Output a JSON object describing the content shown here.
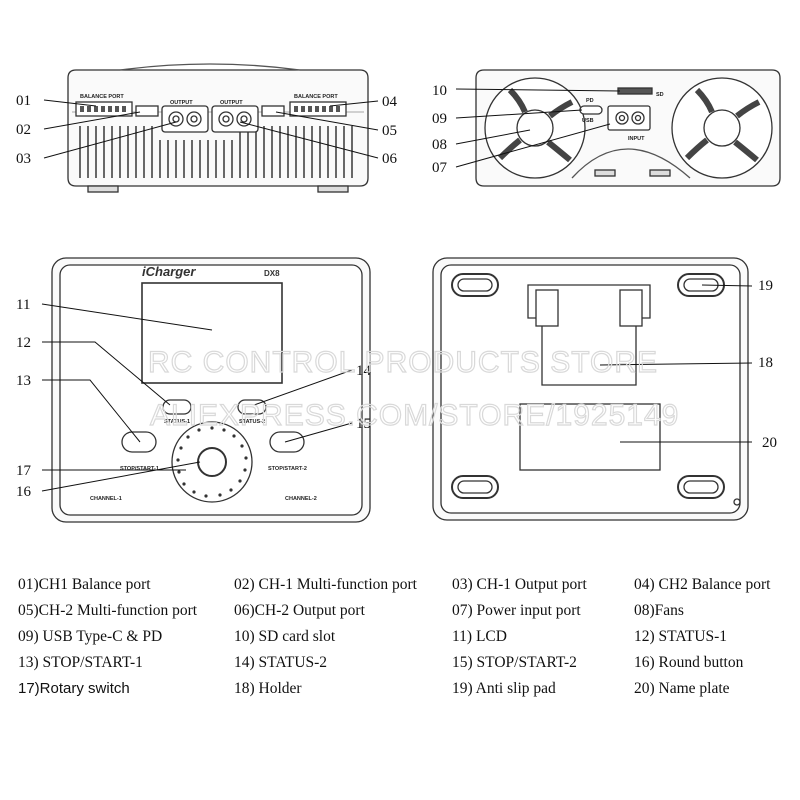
{
  "watermark": {
    "line1": "RC CONTROL PRODUCTS STORE",
    "line2": "ALIEXPRESS.COM/STORE/1925149"
  },
  "front_panel": {
    "balance_port_left": "BALANCE PORT",
    "balance_port_right": "BALANCE PORT",
    "output_left": "OUTPUT",
    "output_right": "OUTPUT"
  },
  "rear_panel": {
    "pd": "PD",
    "usb": "USB",
    "sd": "SD",
    "input": "INPUT"
  },
  "top_panel": {
    "brand": "iCharger",
    "model": "DX8",
    "channel1": "CHANNEL-1",
    "channel2": "CHANNEL-2",
    "status1_btn": "STATUS-1",
    "status2_btn": "STATUS-2",
    "stopstart1_btn": "STOP/START-1",
    "stopstart2_btn": "STOP/START-2"
  },
  "callouts": {
    "c01": "01",
    "c02": "02",
    "c03": "03",
    "c04": "04",
    "c05": "05",
    "c06": "06",
    "c07": "07",
    "c08": "08",
    "c09": "09",
    "c10": "10",
    "c11": "11",
    "c12": "12",
    "c13": "13",
    "c14": "14",
    "c15": "15",
    "c16": "16",
    "c17": "17",
    "c18": "18",
    "c19": "19",
    "c20": "20"
  },
  "legend": [
    "01)CH1 Balance port",
    "02) CH-1 Multi-function port",
    "03) CH-1    Output port",
    "04) CH2 Balance port",
    "05)CH-2 Multi-function port",
    "06)CH-2    Output port",
    "07) Power input port",
    "08)Fans",
    "09) USB Type-C & PD",
    "10) SD card slot",
    "11) LCD",
    "12) STATUS-1",
    "13) STOP/START-1",
    "14) STATUS-2",
    "15) STOP/START-2",
    "16) Round button",
    "17)Rotary switch",
    "18) Holder",
    "19) Anti slip pad",
    "20) Name plate"
  ]
}
